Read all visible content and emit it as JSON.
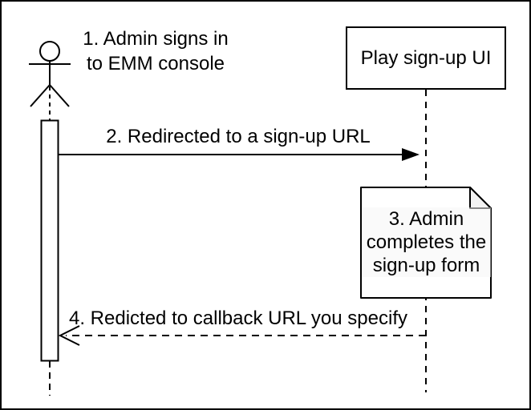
{
  "diagram": {
    "type": "sequence-diagram",
    "background_color": "#ffffff",
    "line_color": "#000000",
    "note_fold_color": "#f2f2f2",
    "border_color": "#000000"
  },
  "participants": {
    "actor": {
      "icon": "stick-figure-actor-icon"
    },
    "play_signup_ui": {
      "label": "Play sign-up UI"
    }
  },
  "messages": {
    "m1": "1. Admin signs in\nto EMM console",
    "m2": "2. Redirected to a sign-up URL",
    "m4": "4. Redicted to callback URL you specify"
  },
  "note": {
    "text": "3. Admin\ncompletes the\nsign-up form"
  }
}
